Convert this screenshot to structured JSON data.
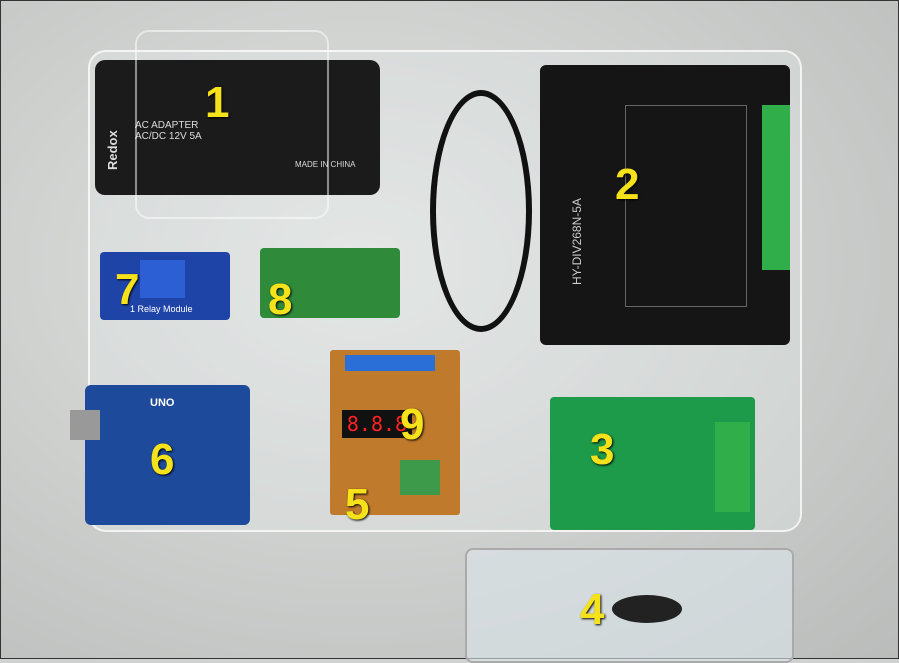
{
  "labels": [
    "1",
    "2",
    "3",
    "4",
    "5",
    "6",
    "7",
    "8",
    "9"
  ],
  "adapter": {
    "brand": "Redox",
    "text": "AC ADAPTER AC/DC 12V 5A",
    "made": "MADE IN CHINA"
  },
  "driver": {
    "model": "HY-DIV268N-5A"
  },
  "relay": {
    "text": "1 Relay Module"
  },
  "arduino": {
    "text": "UNO"
  },
  "display": {
    "value": "8.8.8"
  }
}
